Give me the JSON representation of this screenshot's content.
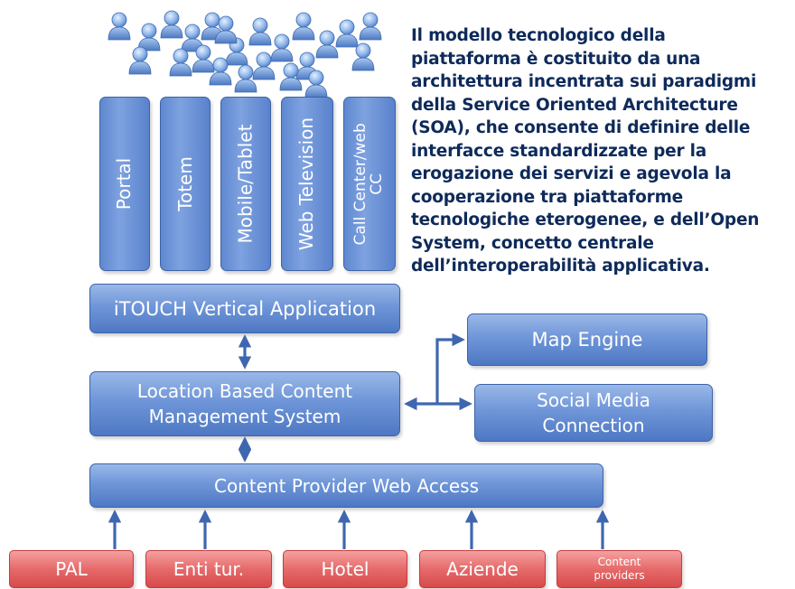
{
  "description": "Il modello tecnologico della piattaforma è costituito da una architettura incentrata sui paradigmi della Service Oriented Architecture (SOA), che consente di definire delle interfacce standardizzate per la erogazione dei servizi e agevola la cooperazione tra piattaforme tecnologiche eterogenee, e dell’Open System, concetto centrale dell’interoperabilità applicativa.",
  "description_lines": [
    "Il modello tecnologico della",
    "piattaforma è costituito da una",
    "architettura incentrata sui paradigmi",
    "della Service Oriented Architecture",
    "(SOA), che consente di definire delle",
    "interfacce standardizzate per la",
    "erogazione dei servizi e agevola la",
    "cooperazione tra piattaforme",
    "tecnologiche eterogenee, e dell’Open",
    "System, concetto centrale",
    "dell’interoperabilità applicativa."
  ],
  "channels": [
    {
      "label": "Portal"
    },
    {
      "label": "Totem"
    },
    {
      "label": "Mobile/Tablet"
    },
    {
      "label": "Web Television"
    },
    {
      "label_line1": "Call Center/web",
      "label_line2": "CC"
    }
  ],
  "vertical_app": {
    "label": "iTOUCH Vertical Application"
  },
  "lbcms": {
    "line1": "Location Based Content",
    "line2": "Management System"
  },
  "map_engine": {
    "label": "Map Engine"
  },
  "social_media": {
    "line1": "Social Media",
    "line2": "Connection"
  },
  "cpwa": {
    "label": "Content Provider Web Access"
  },
  "providers": [
    {
      "label": "PAL"
    },
    {
      "label": "Enti tur."
    },
    {
      "label": "Hotel"
    },
    {
      "label": "Aziende"
    },
    {
      "line1": "Content",
      "line2": "providers"
    }
  ],
  "colors": {
    "box_blue": "#5f88d0",
    "box_red": "#e05656",
    "arrow_blue": "#3f67b0",
    "text_dark_blue": "#0e2a5a",
    "user_icon_blue": "#6b98d8"
  },
  "icons": [
    "user-group-icon"
  ]
}
